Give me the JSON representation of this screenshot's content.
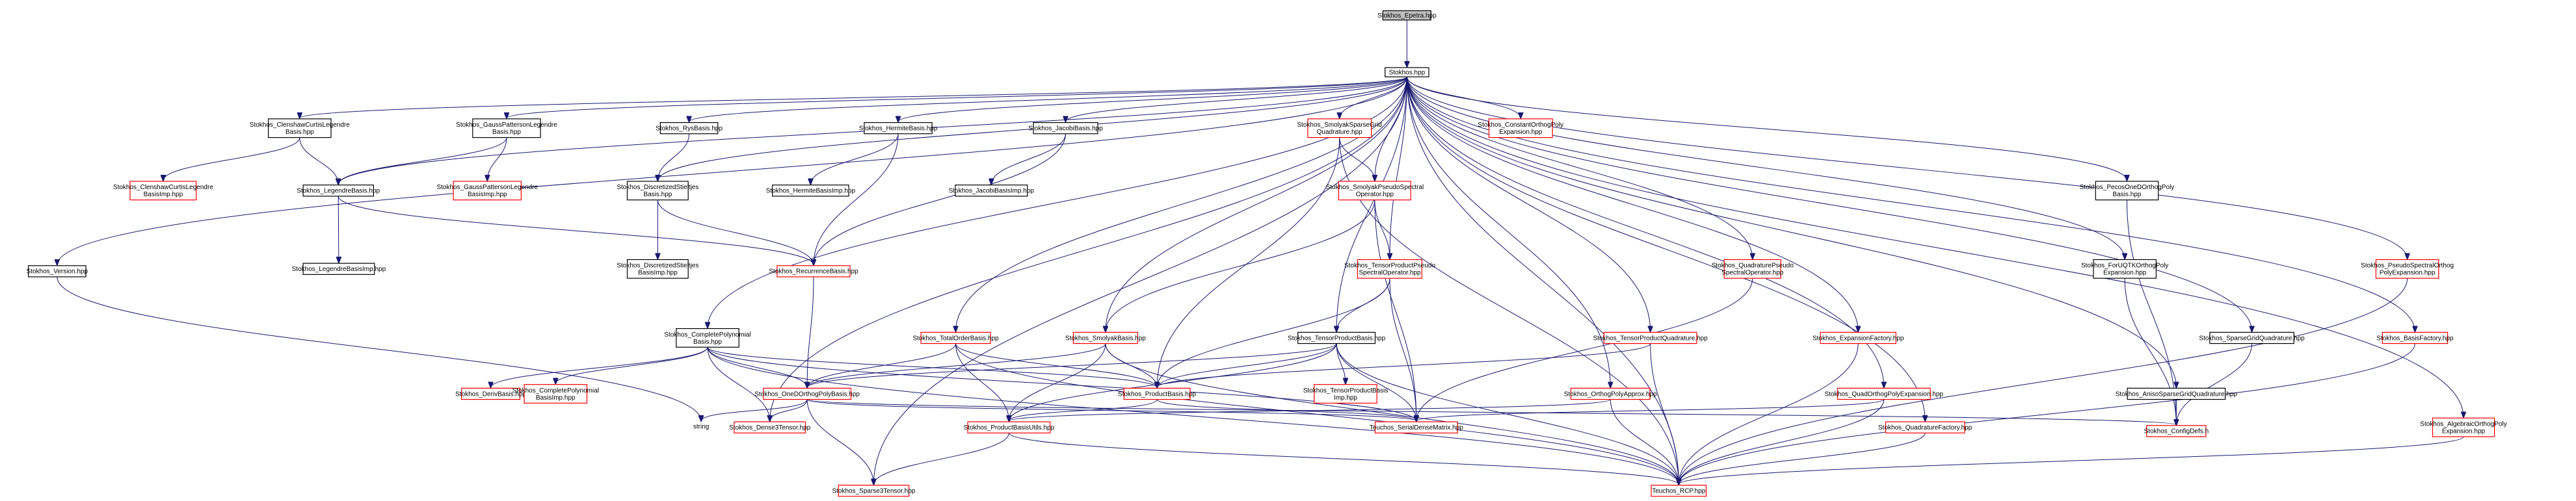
{
  "graph": {
    "root": "Stokhos_Epetra.hpp",
    "edge_color": "#191970",
    "nodes": [
      {
        "id": "epetra",
        "lines": [
          "Stokhos_Epetra.hpp"
        ],
        "style": "root"
      },
      {
        "id": "stokhos",
        "lines": [
          "Stokhos.hpp"
        ],
        "style": "black"
      },
      {
        "id": "cc",
        "lines": [
          "Stokhos_ClenshawCurtisLegendre",
          "Basis.hpp"
        ],
        "style": "black"
      },
      {
        "id": "gp",
        "lines": [
          "Stokhos_GaussPattersonLegendre",
          "Basis.hpp"
        ],
        "style": "black"
      },
      {
        "id": "rys",
        "lines": [
          "Stokhos_RysBasis.hpp"
        ],
        "style": "black"
      },
      {
        "id": "herm",
        "lines": [
          "Stokhos_HermiteBasis.hpp"
        ],
        "style": "black"
      },
      {
        "id": "jac",
        "lines": [
          "Stokhos_JacobiBasis.hpp"
        ],
        "style": "black"
      },
      {
        "id": "smolgrid",
        "lines": [
          "Stokhos_SmolyakSparseGrid",
          "Quadrature.hpp"
        ],
        "style": "red"
      },
      {
        "id": "constop",
        "lines": [
          "Stokhos_ConstantOrthogPoly",
          "Expansion.hpp"
        ],
        "style": "red"
      },
      {
        "id": "ccimp",
        "lines": [
          "Stokhos_ClenshawCurtisLegendre",
          "BasisImp.hpp"
        ],
        "style": "red"
      },
      {
        "id": "leg",
        "lines": [
          "Stokhos_LegendreBasis.hpp"
        ],
        "style": "black"
      },
      {
        "id": "gpimp",
        "lines": [
          "Stokhos_GaussPattersonLegendre",
          "BasisImp.hpp"
        ],
        "style": "red"
      },
      {
        "id": "disc",
        "lines": [
          "Stokhos_DiscretizedStieltjes",
          "Basis.hpp"
        ],
        "style": "black"
      },
      {
        "id": "hermimp",
        "lines": [
          "Stokhos_HermiteBasisImp.hpp"
        ],
        "style": "black"
      },
      {
        "id": "jacimp",
        "lines": [
          "Stokhos_JacobiBasisImp.hpp"
        ],
        "style": "black"
      },
      {
        "id": "smolpseudo",
        "lines": [
          "Stokhos_SmolyakPseudoSpectral",
          "Operator.hpp"
        ],
        "style": "red"
      },
      {
        "id": "pecos",
        "lines": [
          "Stokhos_PecosOneDOrthogPoly",
          "Basis.hpp"
        ],
        "style": "black"
      },
      {
        "id": "version",
        "lines": [
          "Stokhos_Version.hpp"
        ],
        "style": "black"
      },
      {
        "id": "legimp",
        "lines": [
          "Stokhos_LegendreBasisImp.hpp"
        ],
        "style": "black"
      },
      {
        "id": "discimp",
        "lines": [
          "Stokhos_DiscretizedStieltjes",
          "BasisImp.hpp"
        ],
        "style": "black"
      },
      {
        "id": "recur",
        "lines": [
          "Stokhos_RecurrenceBasis.hpp"
        ],
        "style": "red"
      },
      {
        "id": "tppseudo",
        "lines": [
          "Stokhos_TensorProductPseudo",
          "SpectralOperator.hpp"
        ],
        "style": "red"
      },
      {
        "id": "quadpseudo",
        "lines": [
          "Stokhos_QuadraturePseudo",
          "SpectralOperator.hpp"
        ],
        "style": "red"
      },
      {
        "id": "foruq",
        "lines": [
          "Stokhos_ForUQTKOrthogPoly",
          "Expansion.hpp"
        ],
        "style": "black"
      },
      {
        "id": "pseudoexp",
        "lines": [
          "Stokhos_PseudoSpectralOrthog",
          "PolyExpansion.hpp"
        ],
        "style": "red"
      },
      {
        "id": "complete",
        "lines": [
          "Stokhos_CompletePolynomial",
          "Basis.hpp"
        ],
        "style": "black"
      },
      {
        "id": "totalorder",
        "lines": [
          "Stokhos_TotalOrderBasis.hpp"
        ],
        "style": "red"
      },
      {
        "id": "smolbasis",
        "lines": [
          "Stokhos_SmolyakBasis.hpp"
        ],
        "style": "red"
      },
      {
        "id": "tpbasis",
        "lines": [
          "Stokhos_TensorProductBasis.hpp"
        ],
        "style": "black"
      },
      {
        "id": "tpquad",
        "lines": [
          "Stokhos_TensorProductQuadrature.hpp"
        ],
        "style": "red"
      },
      {
        "id": "expfac",
        "lines": [
          "Stokhos_ExpansionFactory.hpp"
        ],
        "style": "red"
      },
      {
        "id": "sgquad",
        "lines": [
          "Stokhos_SparseGridQuadrature.hpp"
        ],
        "style": "black"
      },
      {
        "id": "basisfac",
        "lines": [
          "Stokhos_BasisFactory.hpp"
        ],
        "style": "red"
      },
      {
        "id": "deriv",
        "lines": [
          "Stokhos_DerivBasis.hpp"
        ],
        "style": "red"
      },
      {
        "id": "compimp",
        "lines": [
          "Stokhos_CompletePolynomial",
          "BasisImp.hpp"
        ],
        "style": "red"
      },
      {
        "id": "oned",
        "lines": [
          "Stokhos_OneDOrthogPolyBasis.hpp"
        ],
        "style": "red"
      },
      {
        "id": "prodbasis",
        "lines": [
          "Stokhos_ProductBasis.hpp"
        ],
        "style": "red"
      },
      {
        "id": "tpbimp",
        "lines": [
          "Stokhos_TensorProductBasis",
          "Imp.hpp"
        ],
        "style": "red"
      },
      {
        "id": "orthapprox",
        "lines": [
          "Stokhos_OrthogPolyApprox.hpp"
        ],
        "style": "red"
      },
      {
        "id": "quadexp",
        "lines": [
          "Stokhos_QuadOrthogPolyExpansion.hpp"
        ],
        "style": "red"
      },
      {
        "id": "aniso",
        "lines": [
          "Stokhos_AnisoSparseGridQuadrature.hpp"
        ],
        "style": "black"
      },
      {
        "id": "string",
        "lines": [
          "string"
        ],
        "style": "plain"
      },
      {
        "id": "dense3",
        "lines": [
          "Stokhos_Dense3Tensor.hpp"
        ],
        "style": "red"
      },
      {
        "id": "produtils",
        "lines": [
          "Stokhos_ProductBasisUtils.hpp"
        ],
        "style": "red"
      },
      {
        "id": "sdm",
        "lines": [
          "Teuchos_SerialDenseMatrix.hpp"
        ],
        "style": "red"
      },
      {
        "id": "quadfac",
        "lines": [
          "Stokhos_QuadratureFactory.hpp"
        ],
        "style": "red"
      },
      {
        "id": "config",
        "lines": [
          "Stokhos_ConfigDefs.h"
        ],
        "style": "red"
      },
      {
        "id": "algexp",
        "lines": [
          "Stokhos_AlgebraicOrthogPoly",
          "Expansion.hpp"
        ],
        "style": "red"
      },
      {
        "id": "sparse3",
        "lines": [
          "Stokhos_Sparse3Tensor.hpp"
        ],
        "style": "red"
      },
      {
        "id": "rcp",
        "lines": [
          "Teuchos_RCP.hpp"
        ],
        "style": "red"
      }
    ],
    "edges": [
      [
        "epetra",
        "stokhos"
      ],
      [
        "stokhos",
        "cc"
      ],
      [
        "stokhos",
        "gp"
      ],
      [
        "stokhos",
        "rys"
      ],
      [
        "stokhos",
        "herm"
      ],
      [
        "stokhos",
        "jac"
      ],
      [
        "stokhos",
        "smolgrid"
      ],
      [
        "stokhos",
        "constop"
      ],
      [
        "stokhos",
        "leg"
      ],
      [
        "stokhos",
        "disc"
      ],
      [
        "stokhos",
        "smolpseudo"
      ],
      [
        "stokhos",
        "pecos"
      ],
      [
        "stokhos",
        "version"
      ],
      [
        "stokhos",
        "tppseudo"
      ],
      [
        "stokhos",
        "quadpseudo"
      ],
      [
        "stokhos",
        "foruq"
      ],
      [
        "stokhos",
        "pseudoexp"
      ],
      [
        "stokhos",
        "complete"
      ],
      [
        "stokhos",
        "totalorder"
      ],
      [
        "stokhos",
        "smolbasis"
      ],
      [
        "stokhos",
        "tpbasis"
      ],
      [
        "stokhos",
        "tpquad"
      ],
      [
        "stokhos",
        "expfac"
      ],
      [
        "stokhos",
        "sgquad"
      ],
      [
        "stokhos",
        "basisfac"
      ],
      [
        "stokhos",
        "orthapprox"
      ],
      [
        "stokhos",
        "quadexp"
      ],
      [
        "stokhos",
        "aniso"
      ],
      [
        "stokhos",
        "quadfac"
      ],
      [
        "stokhos",
        "algexp"
      ],
      [
        "stokhos",
        "sparse3"
      ],
      [
        "stokhos",
        "rcp"
      ],
      [
        "stokhos",
        "dense3"
      ],
      [
        "cc",
        "ccimp"
      ],
      [
        "cc",
        "leg"
      ],
      [
        "gp",
        "gpimp"
      ],
      [
        "gp",
        "leg"
      ],
      [
        "rys",
        "disc"
      ],
      [
        "herm",
        "hermimp"
      ],
      [
        "herm",
        "recur"
      ],
      [
        "jac",
        "jacimp"
      ],
      [
        "jac",
        "recur"
      ],
      [
        "leg",
        "legimp"
      ],
      [
        "leg",
        "recur"
      ],
      [
        "disc",
        "discimp"
      ],
      [
        "disc",
        "recur"
      ],
      [
        "smolgrid",
        "smolpseudo"
      ],
      [
        "smolgrid",
        "prodbasis"
      ],
      [
        "smolgrid",
        "rcp"
      ],
      [
        "smolpseudo",
        "tppseudo"
      ],
      [
        "smolpseudo",
        "smolbasis"
      ],
      [
        "smolpseudo",
        "sdm"
      ],
      [
        "tppseudo",
        "tpbasis"
      ],
      [
        "tppseudo",
        "prodbasis"
      ],
      [
        "tppseudo",
        "sdm"
      ],
      [
        "quadpseudo",
        "sdm"
      ],
      [
        "pecos",
        "config"
      ],
      [
        "foruq",
        "config"
      ],
      [
        "pseudoexp",
        "rcp"
      ],
      [
        "version",
        "string"
      ],
      [
        "recur",
        "oned"
      ],
      [
        "complete",
        "deriv"
      ],
      [
        "complete",
        "compimp"
      ],
      [
        "complete",
        "oned"
      ],
      [
        "complete",
        "prodbasis"
      ],
      [
        "complete",
        "dense3"
      ],
      [
        "complete",
        "sdm"
      ],
      [
        "complete",
        "rcp"
      ],
      [
        "totalorder",
        "oned"
      ],
      [
        "totalorder",
        "prodbasis"
      ],
      [
        "totalorder",
        "produtils"
      ],
      [
        "totalorder",
        "rcp"
      ],
      [
        "smolbasis",
        "oned"
      ],
      [
        "smolbasis",
        "prodbasis"
      ],
      [
        "smolbasis",
        "produtils"
      ],
      [
        "smolbasis",
        "rcp"
      ],
      [
        "tpbasis",
        "tpbimp"
      ],
      [
        "tpbasis",
        "oned"
      ],
      [
        "tpbasis",
        "prodbasis"
      ],
      [
        "tpbasis",
        "produtils"
      ],
      [
        "tpbasis",
        "sdm"
      ],
      [
        "tpbasis",
        "rcp"
      ],
      [
        "tpquad",
        "prodbasis"
      ],
      [
        "tpquad",
        "rcp"
      ],
      [
        "expfac",
        "rcp"
      ],
      [
        "sgquad",
        "config"
      ],
      [
        "basisfac",
        "rcp"
      ],
      [
        "oned",
        "string"
      ],
      [
        "oned",
        "dense3"
      ],
      [
        "oned",
        "sparse3"
      ],
      [
        "oned",
        "sdm"
      ],
      [
        "oned",
        "config"
      ],
      [
        "prodbasis",
        "produtils"
      ],
      [
        "prodbasis",
        "sdm"
      ],
      [
        "orthapprox",
        "produtils"
      ],
      [
        "orthapprox",
        "rcp"
      ],
      [
        "quadexp",
        "sdm"
      ],
      [
        "quadexp",
        "rcp"
      ],
      [
        "aniso",
        "config"
      ],
      [
        "produtils",
        "sparse3"
      ],
      [
        "produtils",
        "rcp"
      ],
      [
        "quadfac",
        "rcp"
      ],
      [
        "algexp",
        "rcp"
      ]
    ]
  }
}
